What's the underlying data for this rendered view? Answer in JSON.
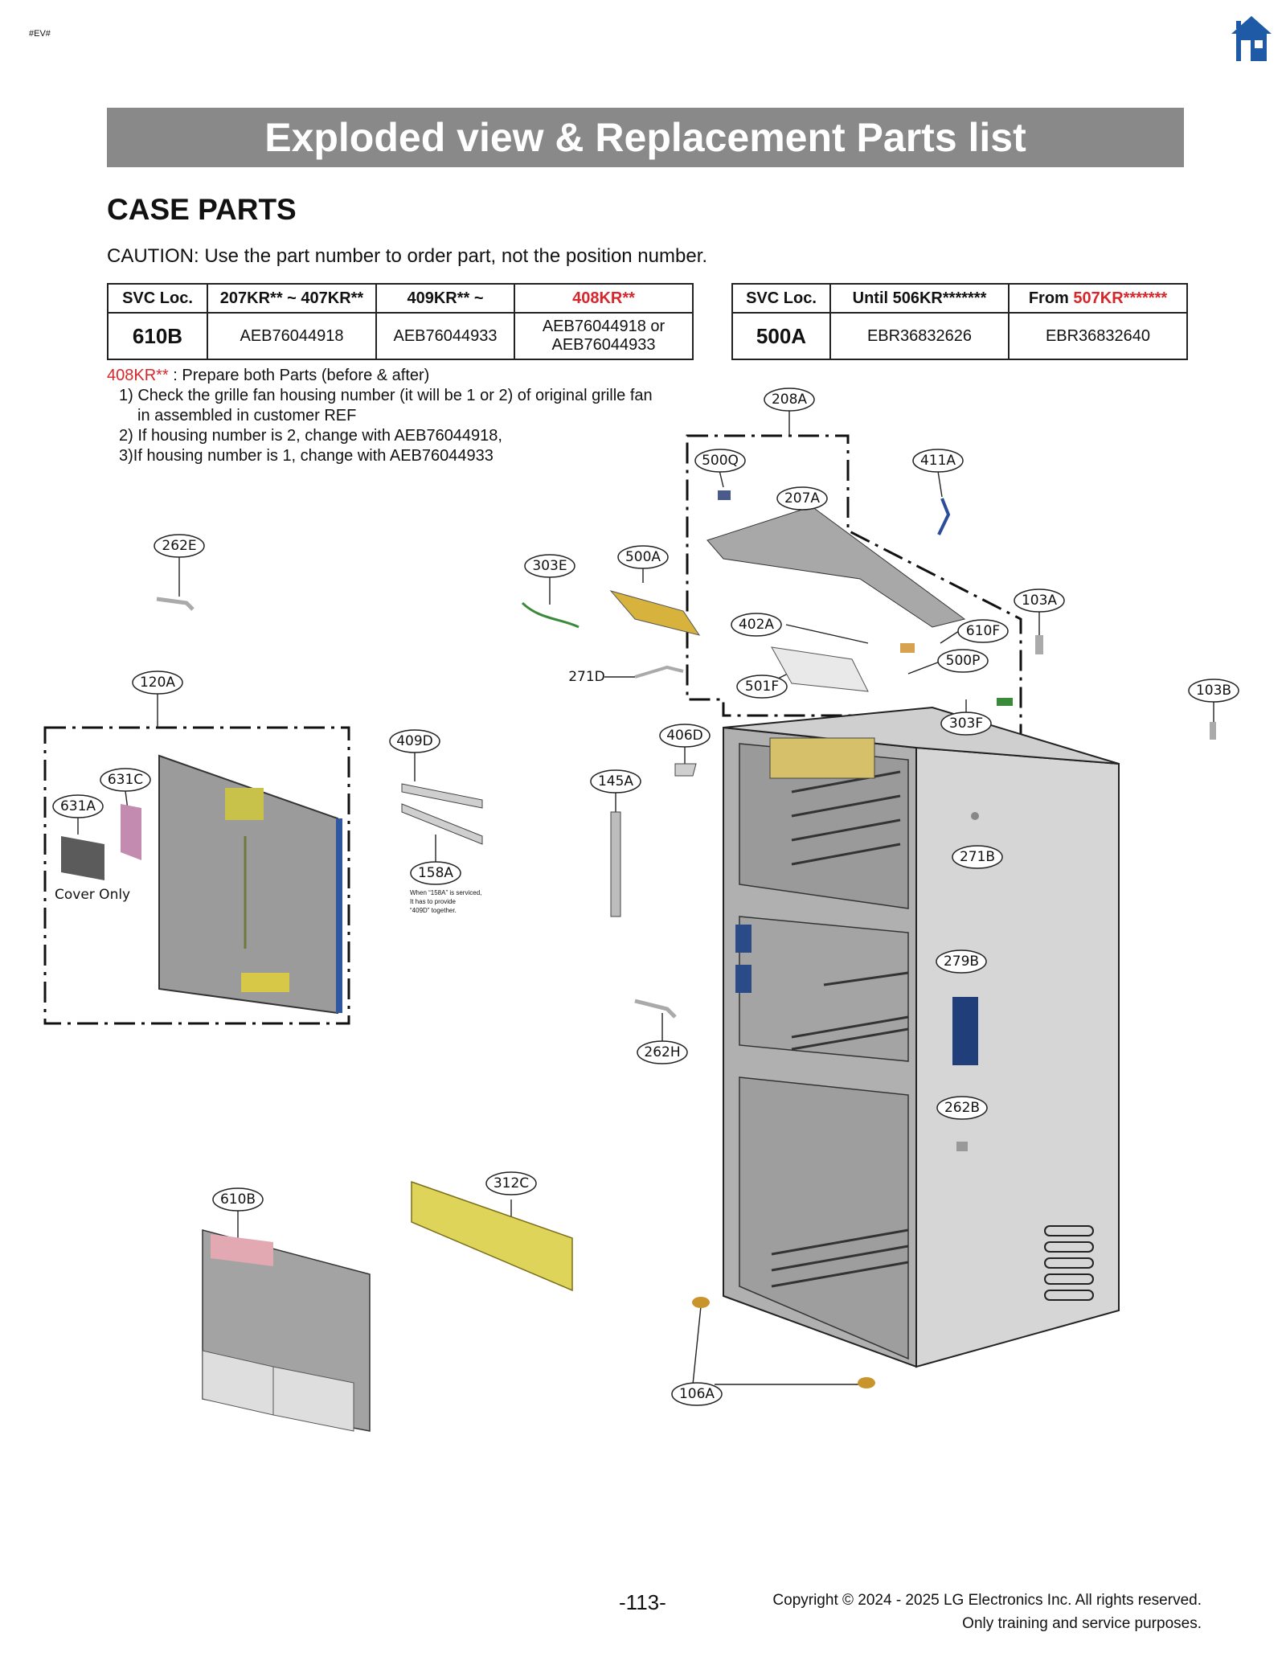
{
  "header": {
    "tag": "#EV#",
    "title": "Exploded view & Replacement Parts list"
  },
  "section": {
    "title": "CASE PARTS",
    "caution": "CAUTION: Use the part number to order part, not the position number."
  },
  "table1": {
    "headers": [
      "SVC Loc.",
      "207KR** ~ 407KR**",
      "409KR** ~",
      "408KR**"
    ],
    "row": {
      "loc": "610B",
      "c1": "AEB76044918",
      "c2": "AEB76044933",
      "c3a": "AEB76044918 or",
      "c3b": "AEB76044933"
    }
  },
  "table2": {
    "headers": {
      "loc": "SVC Loc.",
      "until": "Until 506KR*******",
      "from_prefix": "From",
      "from_red": "507KR*******"
    },
    "row": {
      "loc": "500A",
      "c1": "EBR36832626",
      "c2": "EBR36832640"
    }
  },
  "notes": {
    "model_red": "408KR**",
    "intro": " : Prepare both Parts (before & after)",
    "line1a": "1) Check the grille fan housing number (it will be 1 or 2) of original grille fan",
    "line1b": "in assembled in customer REF",
    "line2": "2) If housing number is 2, change with AEB76044918,",
    "line3": "3)If housing number is 1, change with AEB76044933"
  },
  "callouts": {
    "c208A": "208A",
    "c500Q": "500Q",
    "c411A": "411A",
    "c207A": "207A",
    "c262E": "262E",
    "c303E": "303E",
    "c500A": "500A",
    "c103A": "103A",
    "c402A": "402A",
    "c610F": "610F",
    "c500P": "500P",
    "c271D": "271D",
    "c501F": "501F",
    "c120A": "120A",
    "c103B": "103B",
    "c409D": "409D",
    "c406D": "406D",
    "c303F": "303F",
    "c631C": "631C",
    "c145A": "145A",
    "c631A": "631A",
    "c271B": "271B",
    "c158A": "158A",
    "c279B": "279B",
    "c262H": "262H",
    "c262B": "262B",
    "c312C": "312C",
    "c610B": "610B",
    "c106A": "106A"
  },
  "annotations": {
    "cover_only": "Cover Only",
    "note_158a_1": "When “158A” is serviced,",
    "note_158a_2": "It has to provide",
    "note_158a_3": "“409D” together."
  },
  "footer": {
    "page": "-113-",
    "copyright1": "Copyright © 2024 - 2025 LG Electronics Inc. All rights reserved.",
    "copyright2": "Only training and service purposes."
  },
  "colors": {
    "title_bar": "#898989",
    "red": "#d8262b",
    "home_icon": "#1f5aa6"
  }
}
